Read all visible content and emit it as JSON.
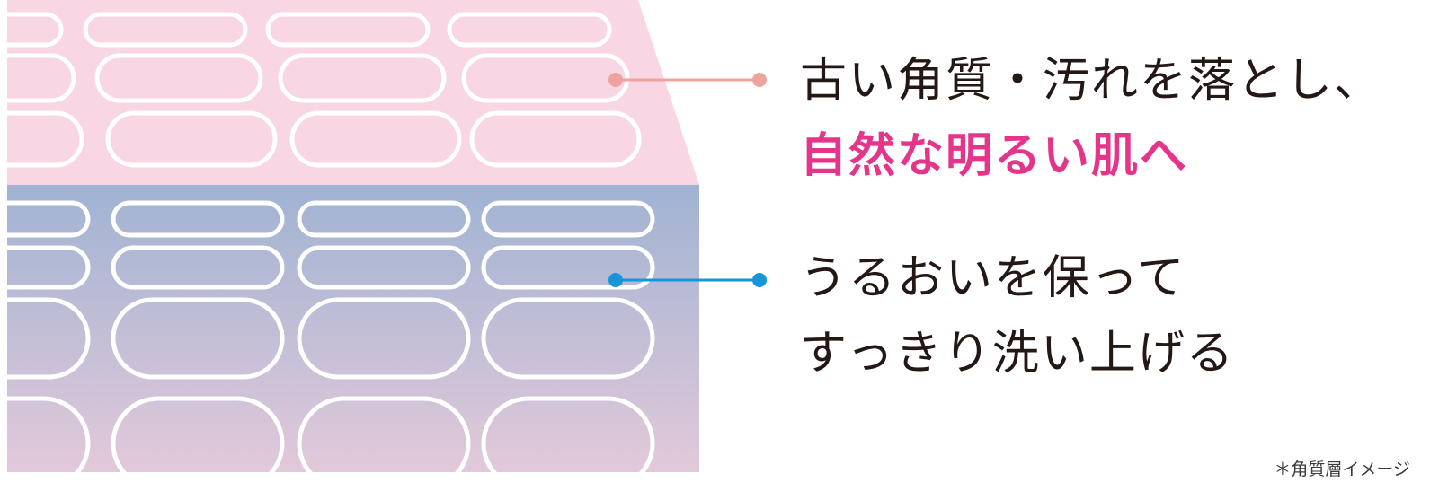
{
  "upper_label": {
    "line1": "古い角質・汚れを落とし、",
    "line2": "自然な明るい肌へ",
    "line2_color": "#e5358a"
  },
  "lower_label": {
    "line1": "うるおいを保って",
    "line2": "すっきり洗い上げる"
  },
  "note": "＊角質層イメージ",
  "colors": {
    "upper_layer": "#f8d6e3",
    "lower_layer_top": "#a0b3d3",
    "lower_layer_bottom": "#e2c9da",
    "cell_outline": "#ffffff",
    "upper_leader": "#eea39e",
    "lower_leader": "#1596d8",
    "text": "#231815"
  }
}
